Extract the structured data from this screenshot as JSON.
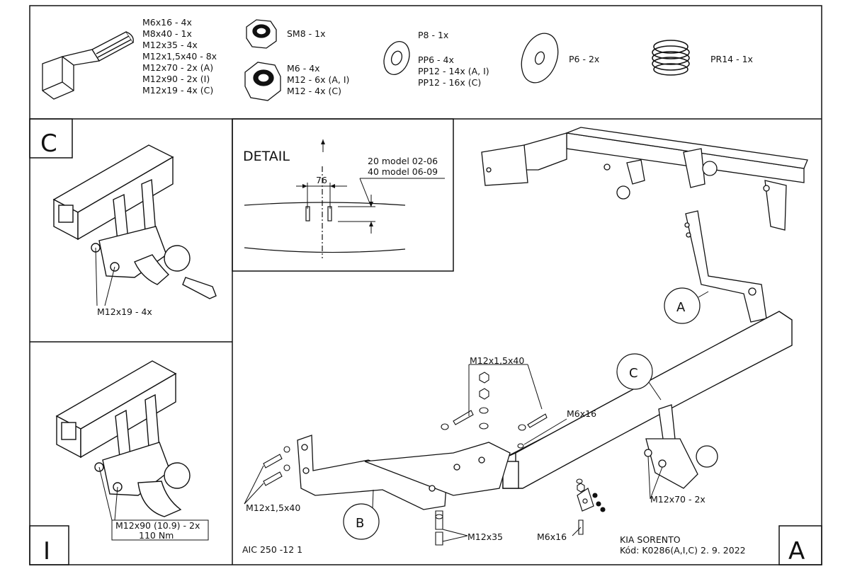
{
  "parts_list": {
    "bolts": [
      "M6x16 - 4x",
      "M8x40 - 1x",
      "M12x35 - 4x",
      "M12x1,5x40 - 8x",
      "M12x70 - 2x (A)",
      "M12x90 - 2x (I)",
      "M12x19 - 4x (C)"
    ],
    "nut_small": "SM8 - 1x",
    "nuts": [
      "M6 - 4x",
      "M12 - 6x (A, I)",
      "M12 - 4x (C)"
    ],
    "washers_small": [
      "P8 - 1x",
      "PP6 - 4x",
      "PP12 - 14x (A, I)",
      "PP12 - 16x (C)"
    ],
    "washer_large": "P6 - 2x",
    "spring": "PR14 - 1x"
  },
  "panels": {
    "c": {
      "letter": "C",
      "label": "M12x19 - 4x"
    },
    "i": {
      "letter": "I",
      "label_line1": "M12x90 (10.9) - 2x",
      "label_line2": "110 Nm"
    }
  },
  "detail": {
    "title": "DETAIL",
    "dimension": "76",
    "note_line1": "20 model 02-06",
    "note_line2": "40 model 06-09"
  },
  "main": {
    "letter": "A",
    "callout_a": "A",
    "callout_b": "B",
    "callout_c": "C",
    "labels": {
      "m12x15x40_top": "M12x1,5x40",
      "m6x16_top": "M6x16",
      "m12x15x40_left": "M12x1,5x40",
      "m12x35": "M12x35",
      "m6x16_bottom": "M6x16",
      "m12x70": "M12x70 - 2x"
    }
  },
  "footer": {
    "drawing_code": "AIC 250 -12 1",
    "vehicle": "KIA SORENTO",
    "kod_line": "Kód: K0286(A,I,C)  2. 9. 2022"
  }
}
